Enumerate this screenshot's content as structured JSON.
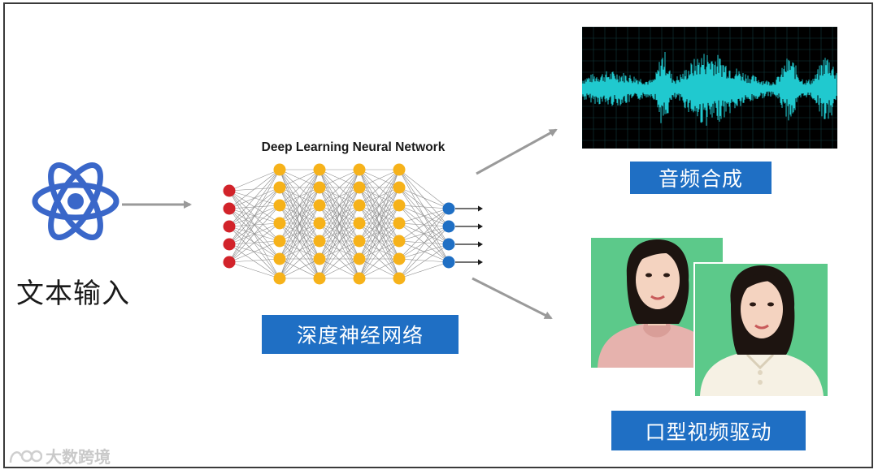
{
  "input": {
    "label": "文本输入",
    "icon": "atom-icon",
    "color": "#3a67c9"
  },
  "network": {
    "title": "Deep Learning Neural Network",
    "label": "深度神经网络",
    "input_color": "#d2232a",
    "hidden_color": "#f6b21a",
    "output_color": "#1f6fc4"
  },
  "audio": {
    "label": "音频合成",
    "wave_color": "#20c9cf"
  },
  "video": {
    "label": "口型视频驱动",
    "background_color": "#5cc98a"
  },
  "watermark": {
    "text": "大数跨境"
  },
  "colors": {
    "label_bg": "#1f6fc4",
    "arrow": "#9a9a9a"
  }
}
